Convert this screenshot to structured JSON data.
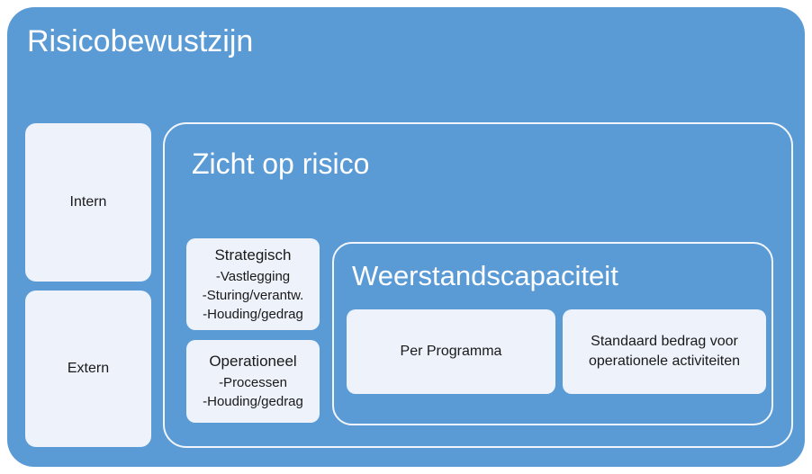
{
  "diagram": {
    "title": "Risicobewustzijn",
    "accent_blue": "#5B9BD5",
    "box_fill": "#EDF2FB",
    "border_white": "#F2F6FC",
    "text_dark": "#1A1A1A",
    "text_light": "#FFFFFF"
  },
  "side_column": {
    "boxes": [
      {
        "label": "Intern"
      },
      {
        "label": "Extern"
      }
    ]
  },
  "zicht": {
    "title": "Zicht op risico",
    "levels": [
      {
        "heading": "Strategisch",
        "items": [
          "-Vastlegging",
          "-Sturing/verantw.",
          "-Houding/gedrag"
        ]
      },
      {
        "heading": "Operationeel",
        "items": [
          "-Processen",
          "-Houding/gedrag"
        ]
      }
    ]
  },
  "weerstand": {
    "title": "Weerstandscapaciteit",
    "boxes": [
      {
        "line1": "Per Programma",
        "line2": ""
      },
      {
        "line1": "Standaard bedrag voor",
        "line2": "operationele activiteiten"
      }
    ]
  }
}
